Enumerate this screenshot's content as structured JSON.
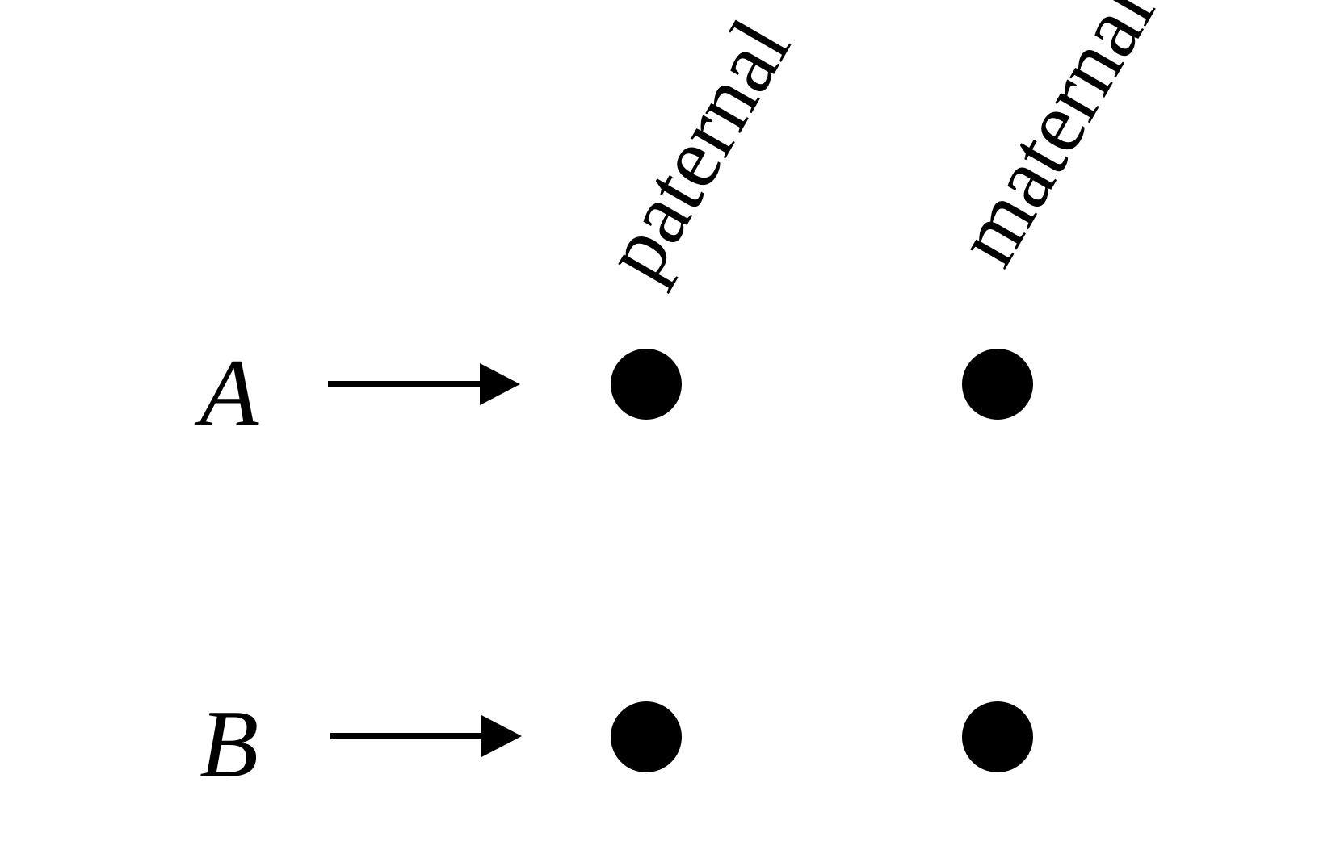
{
  "columns": {
    "left": {
      "label": "paternal"
    },
    "right": {
      "label": "maternal"
    }
  },
  "rows": {
    "top": {
      "label": "A"
    },
    "bottom": {
      "label": "B"
    }
  },
  "colors": {
    "ink": "#000000",
    "background": "#ffffff"
  }
}
